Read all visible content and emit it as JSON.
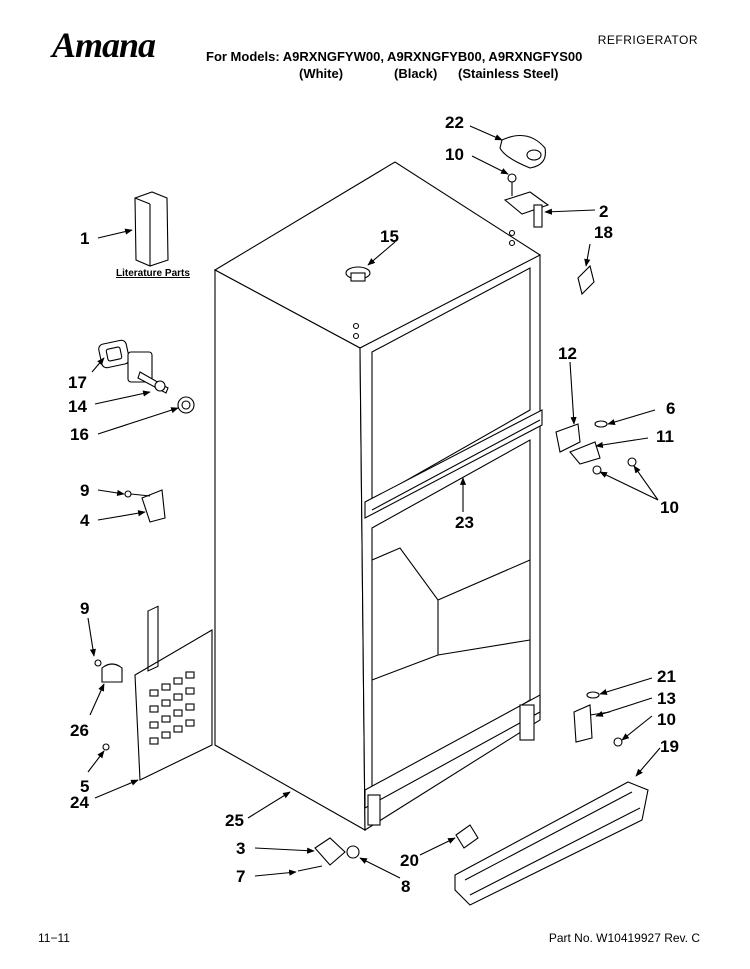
{
  "header": {
    "brand": "Amana",
    "doc_type": "REFRIGERATOR",
    "models_line": "For Models: A9RXNGFYW00, A9RXNGFYB00, A9RXNGFYS00",
    "colors": [
      "(White)",
      "(Black)",
      "(Stainless Steel)"
    ]
  },
  "footer": {
    "date": "11−11",
    "part_no": "Part No. W10419927 Rev. C"
  },
  "literature_label": "Literature Parts",
  "callouts": {
    "c22": "22",
    "c10a": "10",
    "c2": "2",
    "c18": "18",
    "c15": "15",
    "c1": "1",
    "c17": "17",
    "c14": "14",
    "c16": "16",
    "c12": "12",
    "c6": "6",
    "c11": "11",
    "c10b": "10",
    "c9a": "9",
    "c4": "4",
    "c23": "23",
    "c9b": "9",
    "c26": "26",
    "c5": "5",
    "c24": "24",
    "c21": "21",
    "c13": "13",
    "c10c": "10",
    "c19": "19",
    "c25": "25",
    "c3": "3",
    "c7": "7",
    "c8": "8",
    "c20": "20"
  }
}
